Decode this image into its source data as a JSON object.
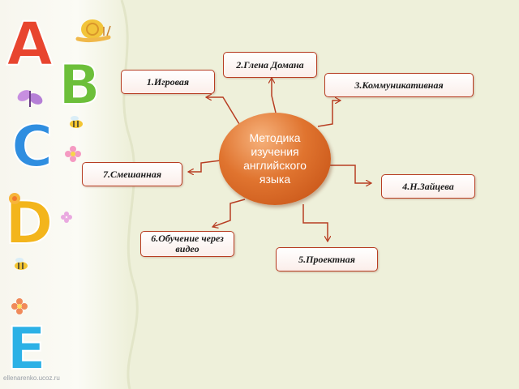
{
  "center_label": "Методика\nизучения\nанглийского\nязыка",
  "methods": [
    {
      "id": "igrovaya",
      "label": "1.Игровая"
    },
    {
      "id": "glena-domana",
      "label": "2.Глена Домана"
    },
    {
      "id": "kommunikativnaya",
      "label": "3.Коммуникативная"
    },
    {
      "id": "zaitseva",
      "label": "4.Н.Зайцева"
    },
    {
      "id": "proektnaya",
      "label": "5.Проектная"
    },
    {
      "id": "video",
      "label": "6.Обучение через видео"
    },
    {
      "id": "smeshannaya",
      "label": "7.Смешанная"
    }
  ],
  "decor": {
    "letters": [
      "A",
      "B",
      "C",
      "D",
      "E"
    ],
    "letter_colors": [
      "#e8452f",
      "#6cbf3a",
      "#2f8ee0",
      "#f3b51c",
      "#2cb1e6"
    ]
  },
  "watermark": "ellenarenko.ucoz.ru",
  "colors": {
    "accent": "#b73d22",
    "node": "#e0742f",
    "background": "#eef0da"
  }
}
